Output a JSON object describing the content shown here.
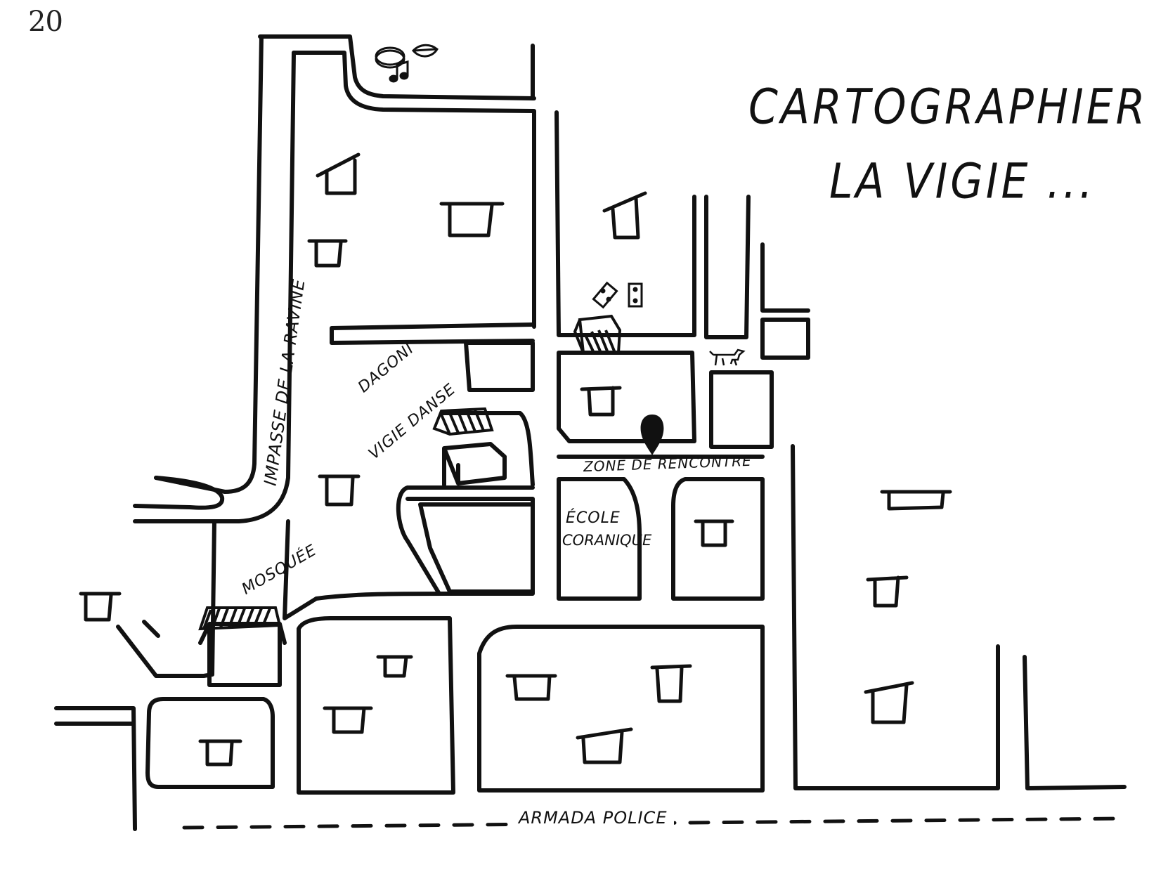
{
  "page": {
    "number": "20"
  },
  "title": {
    "line1": "CARTOGRAPHIER",
    "line2": "LA VIGIE ..."
  },
  "labels": {
    "impasse_de_la_ravine": "IMPASSE DE LA RAVINE",
    "dagoni_line1": "DAGONI",
    "dagoni_line2": "VIGIE DANSE",
    "zone_de_rencontre": "ZONE DE RENCONTRE",
    "ecole_line1": "ÉCOLE",
    "ecole_line2": "CORANIQUE",
    "mosquee": "MOSQUÉE",
    "armada_police": "ARMADA POLICE"
  },
  "icons": [
    "music-note-icon",
    "disc-icon",
    "lips-icon",
    "domino-icon",
    "goat-icon",
    "location-pin-icon",
    "pergola-icon"
  ],
  "colors": {
    "ink": "#111111",
    "paper": "#ffffff"
  }
}
